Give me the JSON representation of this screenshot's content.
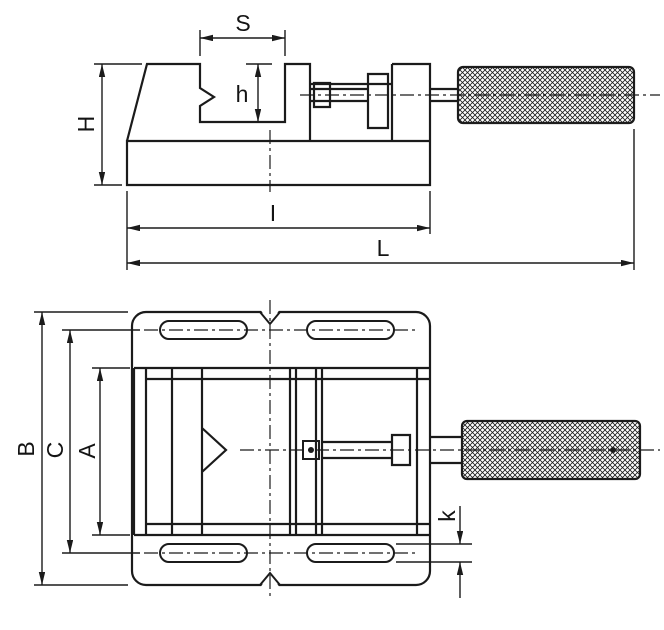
{
  "drawing": {
    "kind": "technical-drawing",
    "colors": {
      "line": "#1b1b1b",
      "background": "#ffffff",
      "text": "#141414"
    },
    "side_view": {
      "labels": {
        "S": "S",
        "h": "h",
        "H": "H",
        "I": "I",
        "L": "L"
      }
    },
    "plan_view": {
      "labels": {
        "B": "B",
        "C": "C",
        "A": "A",
        "k": "k"
      }
    }
  }
}
